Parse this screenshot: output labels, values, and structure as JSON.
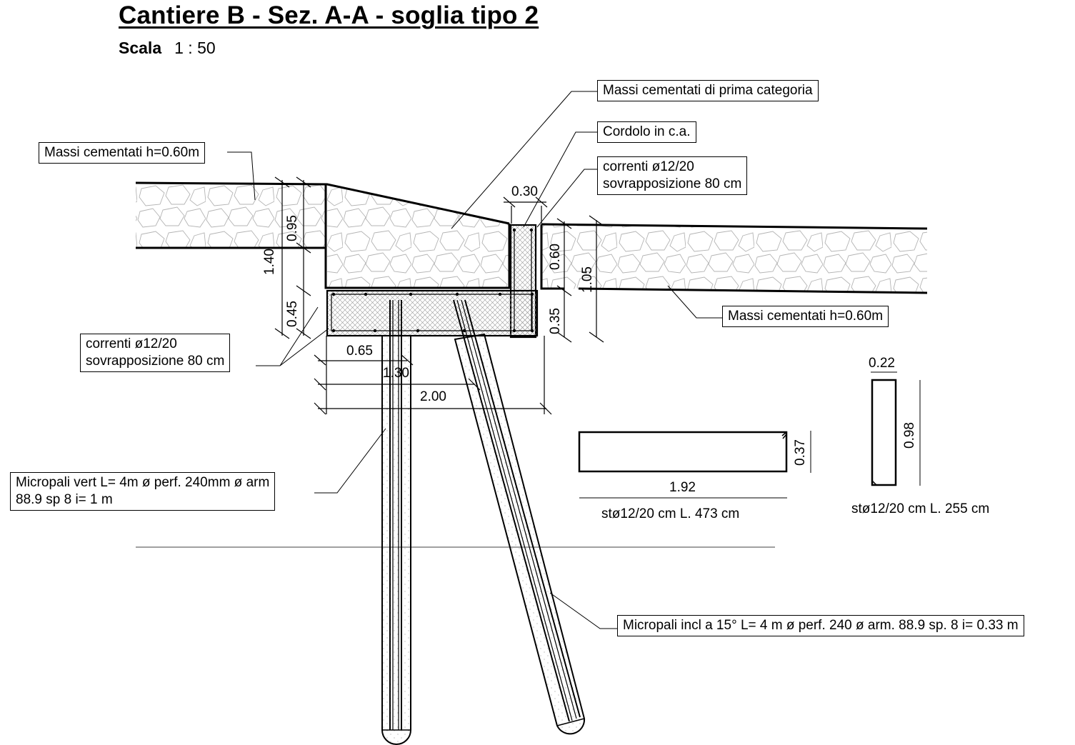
{
  "title": "Cantiere B - Sez. A-A - soglia tipo 2",
  "scale": {
    "label": "Scala",
    "value": "1 : 50"
  },
  "callouts": {
    "massi_left": "Massi cementati h=0.60m",
    "massi_prima": "Massi cementati di prima categoria",
    "cordolo": "Cordolo in c.a.",
    "correnti_right": [
      "correnti ø12/20",
      "sovrapposizione 80 cm"
    ],
    "correnti_left": [
      "correnti ø12/20",
      "sovrapposizione 80 cm"
    ],
    "massi_right": "Massi cementati h=0.60m",
    "micropali_vert": [
      "Micropali vert L= 4m  ø perf. 240mm ø arm",
      "88.9 sp 8 i= 1 m"
    ],
    "micropali_incl": "Micropali incl a 15° L= 4 m ø perf. 240 ø arm. 88.9 sp. 8 i= 0.33 m"
  },
  "dimensions": {
    "d095": "0.95",
    "d140": "1.40",
    "d045": "0.45",
    "d030": "0.30",
    "d060": "0.60",
    "d105": "1.05",
    "d035": "0.35",
    "d065": "0.65",
    "d130": "1.30",
    "d200": "2.00"
  },
  "rebar": {
    "horizontal": {
      "width": "1.92",
      "height": "0.37",
      "label": "stø12/20 cm L. 473 cm"
    },
    "vertical": {
      "width": "0.22",
      "height": "0.98",
      "label": "stø12/20 cm L. 255 cm"
    }
  }
}
